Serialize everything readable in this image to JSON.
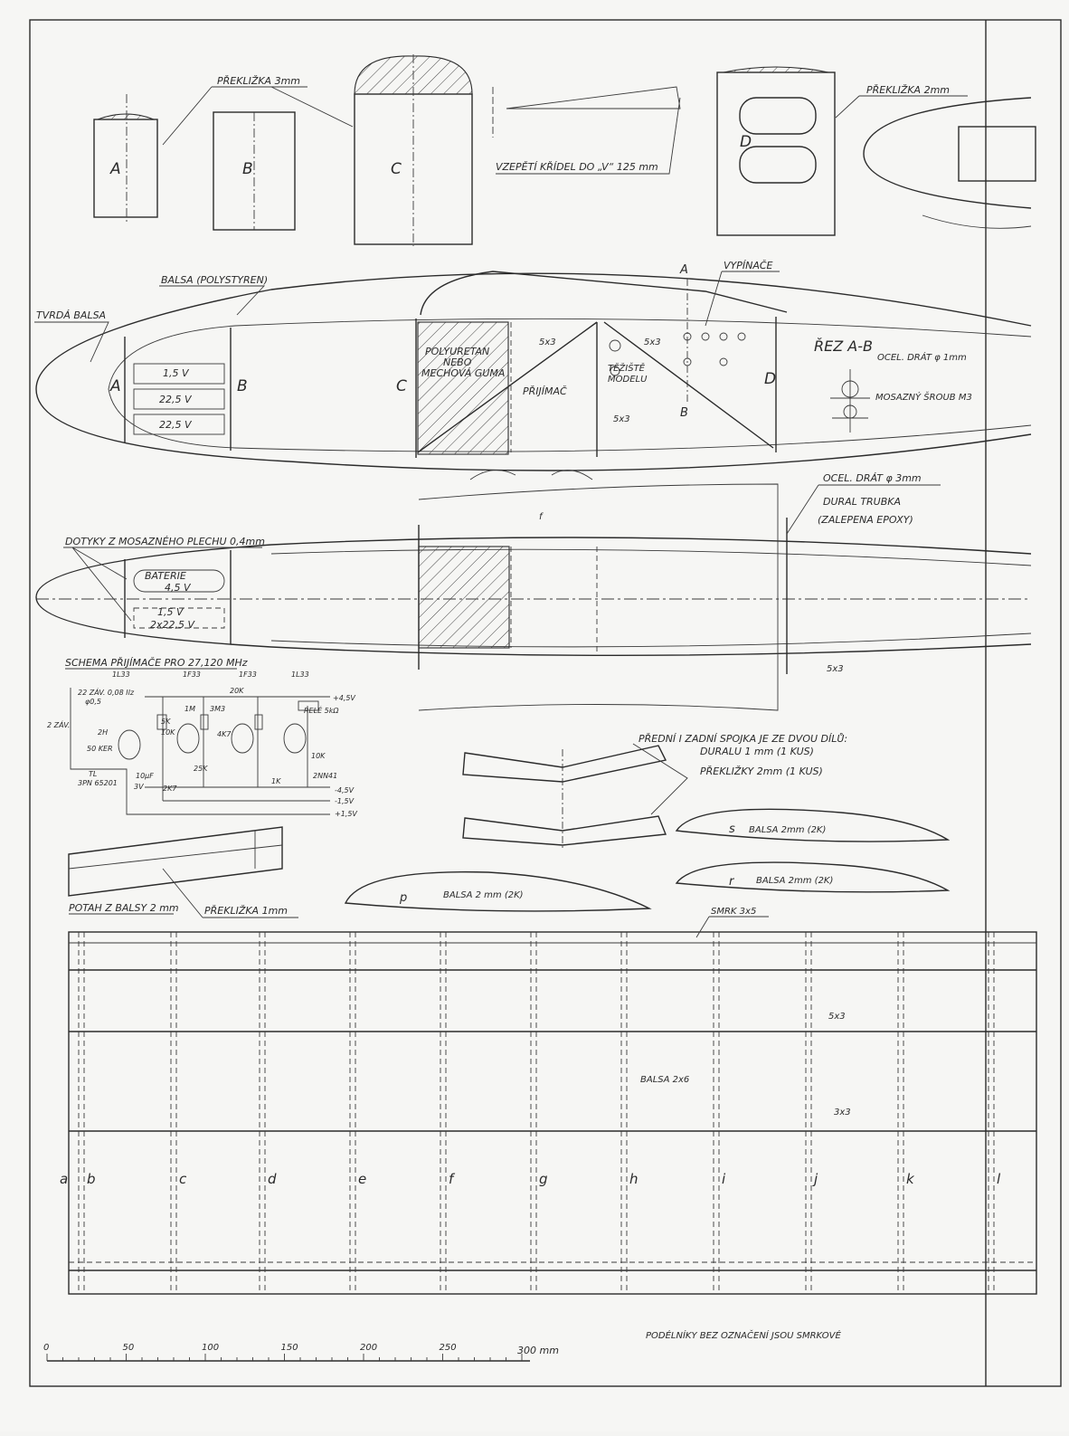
{
  "labels": {
    "preklizka_3mm": "PŘEKLIŽKA 3mm",
    "preklizka_2mm": "PŘEKLIŽKA 2mm",
    "vzepeti": "VZEPĚTÍ KŘÍDEL DO „V“ 125 mm",
    "former_a": "A",
    "former_b": "B",
    "former_c": "C",
    "former_d": "D",
    "balsa_polystyren": "BALSA (POLYSTYREN)",
    "tvrda_balsa": "TVRDÁ BALSA",
    "vypinace": "VYPÍNAČE",
    "section_a": "A",
    "section_b": "B",
    "rez_ab": "ŘEZ A-B",
    "ocel_drat_1": "OCEL. DRÁT φ 1mm",
    "mosazny_sroub": "MOSAZNÝ ŠROUB M3",
    "batt_15": "1,5 V",
    "batt_225a": "22,5 V",
    "batt_225b": "22,5 V",
    "polyuretan": "POLYURETAN",
    "nebo": "NEBO",
    "mechova_guma": "MECHOVÁ GUMA",
    "prijimac": "PŘIJÍMAČ",
    "tezisté": "TĚŽIŠTĚ",
    "modelu": "MODELU",
    "dim_5x3": "5x3",
    "ocel_drat_3": "OCEL. DRÁT φ 3mm",
    "dural_trubka": "DURAL TRUBKA",
    "zalepena_epoxy": "(ZALEPENA EPOXY)",
    "dotyky": "DOTYKY Z MOSAZNÉHO PLECHU 0,4mm",
    "baterie": "BATERIE",
    "batt_45": "4,5 V",
    "batt_15b": "1,5 V",
    "batt_2x225": "2x22,5 V",
    "top_mark": "f",
    "schema_title": "SCHEMA PŘIJÍMAČE PRO 27,120 MHz",
    "spojka_1": "PŘEDNÍ I ZADNÍ SPOJKA JE ZE DVOU DÍLŮ:",
    "spojka_2": "DURALU 1 mm  (1 KUS)",
    "spojka_3": "PŘEKLIŽKY  2mm  (1 KUS)",
    "rib_s": "s",
    "rib_r": "r",
    "rib_p": "p",
    "balsa_2mm_2k": "BALSA 2 mm (2K)",
    "balsa_2mm": "BALSA 2mm (2K)",
    "potah": "POTAH Z BALSY 2 mm",
    "preklizka_1mm": "PŘEKLIŽKA 1mm",
    "smrk_3x5": "SMRK 3x5",
    "dim_3x3": "3x3",
    "balsa_2x6": "BALSA 2x6",
    "podelniky": "PODÉLNÍKY BEZ OZNAČENÍ JSOU SMRKOVÉ",
    "scale_unit": "300 mm"
  },
  "tubes": [
    "1L33",
    "1F33",
    "1F33",
    "1L33"
  ],
  "schema_parts": [
    "22 ZÁV. 0,08 Ilz",
    "φ0,5",
    "2 ZÁV.",
    "2H",
    "50 KER",
    "TL",
    "3PN 65201",
    "20K",
    "+4,5V",
    "RELÉ 5kΩ",
    "1M",
    "5K",
    "10K",
    "3M3",
    "4K7",
    "25K",
    "10µF",
    "3V",
    "2K7",
    "1K",
    "10K",
    "2NN41",
    "-4,5V",
    "-1,5V",
    "+1,5V"
  ],
  "rib_letters": [
    "a",
    "b",
    "c",
    "d",
    "e",
    "f",
    "g",
    "h",
    "i",
    "j",
    "k",
    "l"
  ],
  "scale_ticks": [
    "0",
    "50",
    "100",
    "150",
    "200",
    "250"
  ]
}
